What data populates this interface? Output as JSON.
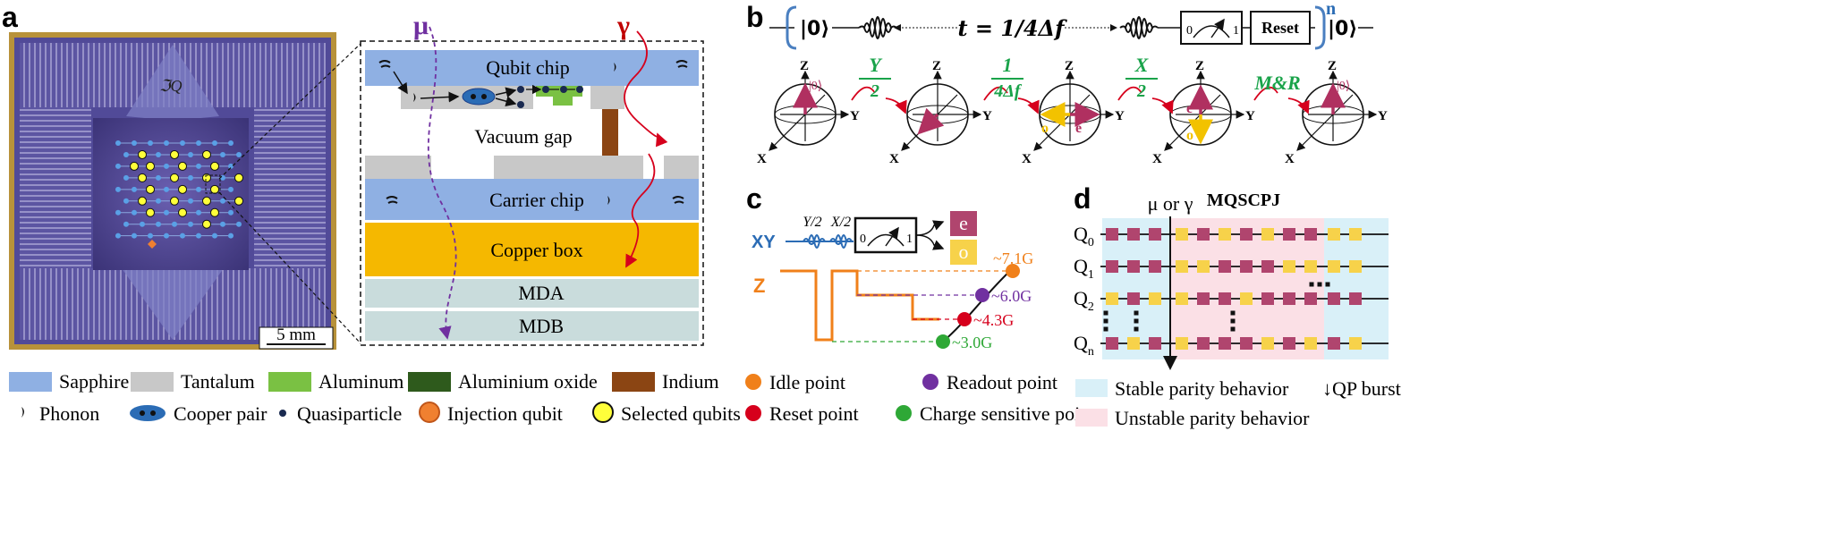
{
  "panel_labels": {
    "a": "a",
    "b": "b",
    "c": "c",
    "d": "d"
  },
  "colors": {
    "sapphire": "#8fb0e3",
    "tantalum": "#c8c8c8",
    "aluminum": "#7ac143",
    "aluminium_oxide": "#2e5a1c",
    "indium": "#8b4513",
    "copper": "#f5b800",
    "mda": "#c9dcdc",
    "orange": "#f0801a",
    "purple": "#7030a0",
    "red": "#d6001c",
    "green": "#2ea836",
    "pink_row": "#b0456e",
    "yellow_cell": "#f7d24a",
    "stable_bg": "#d9f0f8",
    "unstable_bg": "#fbe0e6",
    "qubit_green": "#1aa34a",
    "blue_text": "#2b6cb5"
  },
  "panel_a": {
    "scale_bar": "5 mm",
    "particles": {
      "mu": "μ",
      "gamma": "γ"
    },
    "layers": {
      "qubit_chip": "Qubit chip",
      "vacuum_gap": "Vacuum gap",
      "carrier_chip": "Carrier chip",
      "copper_box": "Copper box",
      "mda": "MDA",
      "mdb": "MDB"
    }
  },
  "legend_a": {
    "sapphire": "Sapphire",
    "tantalum": "Tantalum",
    "aluminum": "Aluminum",
    "aluminium_oxide": "Aluminium oxide",
    "indium": "Indium",
    "phonon": "Phonon",
    "cooper_pair": "Cooper pair",
    "quasiparticle": "Quasiparticle",
    "injection_qubit": "Injection qubit",
    "selected_qubits": "Selected qubits"
  },
  "panel_b": {
    "ket0_left": "|0⟩",
    "ket0_right": "|0⟩",
    "wait": "t = 1/4Δf",
    "meas_0": "0",
    "meas_1": "1",
    "reset": "Reset",
    "repeat": "n",
    "steps": [
      {
        "top": "Y",
        "bot": "2"
      },
      {
        "top": "1",
        "bot": "4Δf"
      },
      {
        "top": "X",
        "bot": "2"
      },
      {
        "top": "M&R",
        "bot": ""
      }
    ],
    "axes": {
      "z": "Z",
      "y": "Y",
      "x": "X"
    },
    "sphere_labels": {
      "ket0": "|0⟩",
      "o": "o",
      "e": "e"
    }
  },
  "panel_c": {
    "xy": "XY",
    "z": "Z",
    "y2": "Y/2",
    "x2": "X/2",
    "meas_0": "0",
    "meas_1": "1",
    "e": "e",
    "o": "o",
    "points": [
      "~7.1G",
      "~6.0G",
      "~4.3G",
      "~3.0G"
    ]
  },
  "legend_c": {
    "idle": "Idle point",
    "readout": "Readout point",
    "reset": "Reset point",
    "charge": "Charge sensitive point"
  },
  "panel_d": {
    "header_trigger": "μ or γ",
    "header_title": "MQSCPJ",
    "rows": [
      {
        "q": "Q",
        "sub": "0"
      },
      {
        "q": "Q",
        "sub": "1"
      },
      {
        "q": "Q",
        "sub": "2"
      },
      {
        "q": "Q",
        "sub": "n"
      }
    ],
    "legend": {
      "stable": "Stable parity behavior",
      "unstable": "Unstable parity behavior",
      "burst": "↓QP burst"
    }
  }
}
